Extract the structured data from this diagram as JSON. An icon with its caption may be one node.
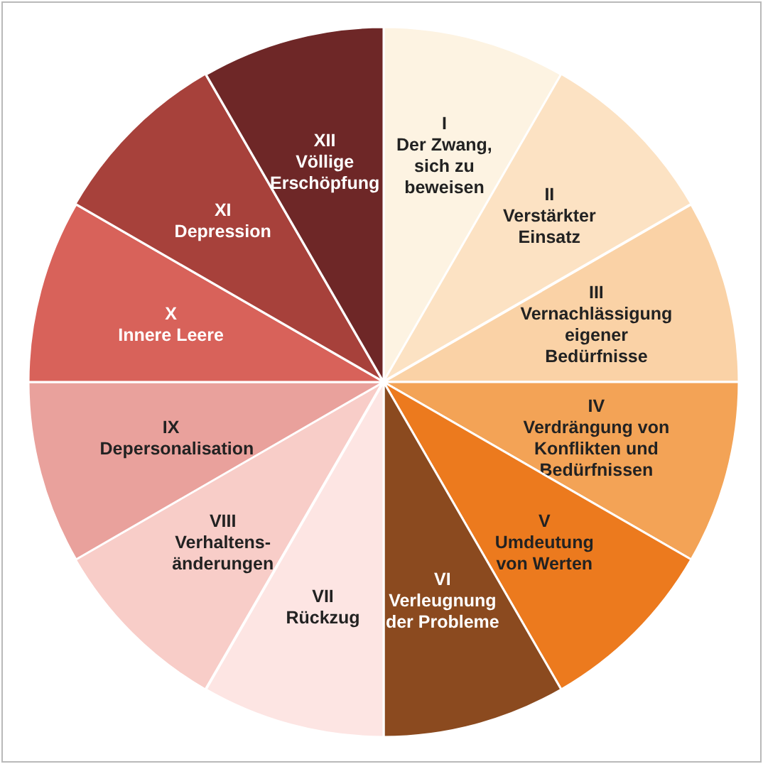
{
  "diagram": {
    "nodes": [
      {
        "text": [
          "I",
          "Der Zwang, sich zu beweisen"
        ]
      },
      {
        "text": [
          "II",
          "Verstärkter Einsatz"
        ]
      },
      {
        "text": [
          "III",
          "Vernachlässigung eigener Bedürfnisse"
        ]
      },
      {
        "text": [
          "IV",
          "Verdrängung von Konflikten und Bedürfnissen"
        ]
      },
      {
        "text": [
          "V",
          "Umdeutung von Werten"
        ]
      },
      {
        "text": [
          "VI",
          "Verleugnung der Probleme"
        ]
      },
      {
        "text": [
          "VII",
          "Rückzug"
        ]
      },
      {
        "text": [
          "VIII",
          "Verhaltens-änderungen"
        ]
      },
      {
        "text": [
          "IX",
          "Depersonalisation"
        ]
      },
      {
        "text": [
          "X",
          "Innere Leere"
        ]
      },
      {
        "text": [
          "XI",
          "Depression"
        ]
      },
      {
        "text": [
          "XII",
          "Völlige Erschöpfung"
        ]
      }
    ],
    "edges": []
  }
}
